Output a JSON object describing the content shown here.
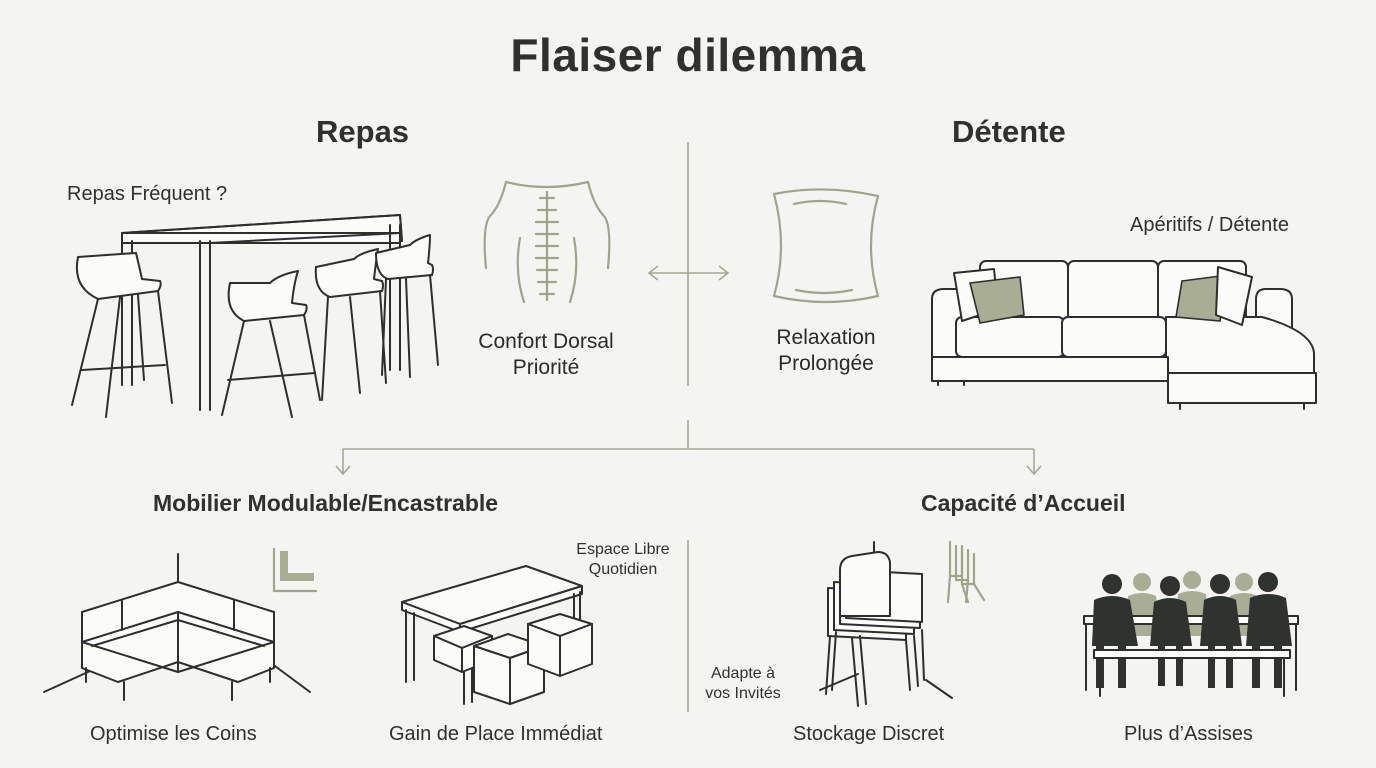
{
  "title": "Flaiser dilemma",
  "left_section": {
    "title": "Repas",
    "question": "Repas Fréquent ?",
    "spine_label_line1": "Confort Dorsal",
    "spine_label_line2": "Priorité"
  },
  "right_section": {
    "title": "Détente",
    "usage": "Apéritifs / Détente",
    "pillow_label_line1": "Relaxation",
    "pillow_label_line2": "Prolongée"
  },
  "bottom_left": {
    "title": "Mobilier Modulable/Encastrable",
    "item1_caption": "Optimise les Coins",
    "item2_caption": "Gain de Place Immédiat",
    "item2_note_line1": "Espace Libre",
    "item2_note_line2": "Quotidien"
  },
  "bottom_right": {
    "title": "Capacité d’Accueil",
    "item1_caption": "Stockage Discret",
    "item1_note_line1": "Adapte à",
    "item1_note_line2": "vos Invités",
    "item2_caption": "Plus d’Assises"
  },
  "colors": {
    "background": "#f4f4f1",
    "accent_sage": "#a8ad94",
    "line": "#2e2e2e"
  }
}
